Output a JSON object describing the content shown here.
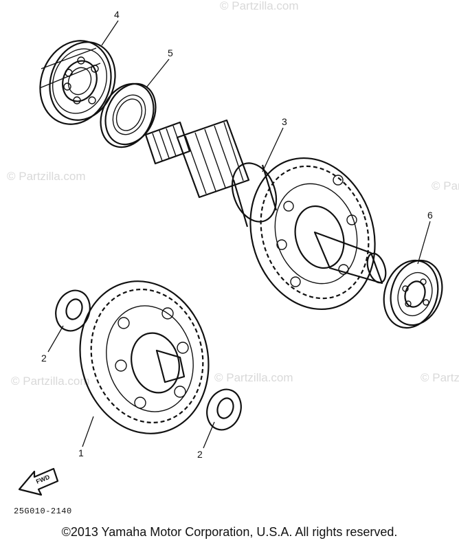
{
  "callouts": {
    "part_1": "1",
    "part_2_upper": "2",
    "part_2_lower": "2",
    "part_3": "3",
    "part_4": "4",
    "part_5": "5",
    "part_6": "6"
  },
  "direction_label": "FWD",
  "drawing_code": "25G010-2140",
  "copyright": "©2013 Yamaha Motor Corporation, U.S.A. All rights reserved.",
  "watermark": "© Partzilla.com"
}
